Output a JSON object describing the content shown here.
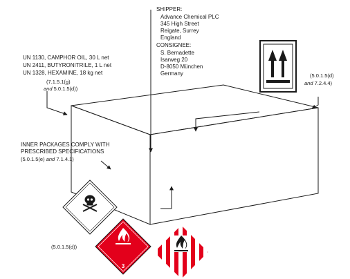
{
  "shipper": {
    "heading": "SHIPPER:",
    "lines": [
      "Advance Chemical PLC",
      "345 High Street",
      "Reigate, Surrey",
      "England"
    ]
  },
  "consignee": {
    "heading": "CONSIGNEE:",
    "lines": [
      "S. Bernadette",
      "Isarweg 20",
      "D-8050 München",
      "Germany"
    ]
  },
  "contents": {
    "lines": [
      "UN 1130, CAMPHOR OIL, 30 L net",
      "UN 2411, BUTYRONITRILE, 1 L net",
      "UN 1328, HEXAMINE, 18 kg net"
    ],
    "ref_line1": "(7.1.5.1(g)",
    "ref_line2_and": "and",
    "ref_line2_rest": "5.0.1.5(d))"
  },
  "orientation": {
    "ref_line1": "(5.0.1.5(d)",
    "ref_line2_and": "and",
    "ref_line2_rest": "7.2.4.4)",
    "icon": "this-way-up-arrows"
  },
  "inner_packages": {
    "line1": "INNER PACKAGES COMPLY WITH",
    "line2": "PRESCRIBED SPECIFICATIONS",
    "ref_pre": "(5.0.1.5(e)",
    "ref_and": "and",
    "ref_post": "7.1.4.1)"
  },
  "labels": {
    "ref": "(5.0.1.5(d))",
    "flammable_class": "3",
    "toxic_icon": "skull-crossbones",
    "flammable_icon": "flame",
    "flammable_solid_icon": "flame"
  },
  "colors": {
    "hazard_red": "#e3001b",
    "ink": "#1a1a1a"
  }
}
